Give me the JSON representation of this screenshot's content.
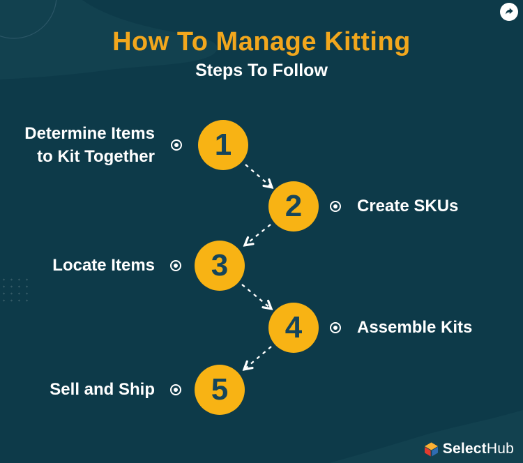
{
  "header": {
    "title": "How To Manage Kitting",
    "subtitle": "Steps To Follow"
  },
  "steps": [
    {
      "number": "1",
      "label": "Determine Items to Kit Together",
      "side": "left"
    },
    {
      "number": "2",
      "label": "Create SKUs",
      "side": "right"
    },
    {
      "number": "3",
      "label": "Locate Items",
      "side": "left"
    },
    {
      "number": "4",
      "label": "Assemble Kits",
      "side": "right"
    },
    {
      "number": "5",
      "label": "Sell and Ship",
      "side": "left"
    }
  ],
  "footer": {
    "logo_bold": "Select",
    "logo_light": "Hub"
  },
  "icons": {
    "top_right": "share-arrow-icon",
    "step_marker": "target-bullet-icon",
    "logo_mark": "selecthub-cube-icon"
  },
  "colors": {
    "background": "#0d3a49",
    "decor_shade": "#12414f",
    "circle_fill": "#f8b314",
    "circle_number": "#16455a",
    "title": "#f2a71d",
    "text": "#ffffff"
  }
}
